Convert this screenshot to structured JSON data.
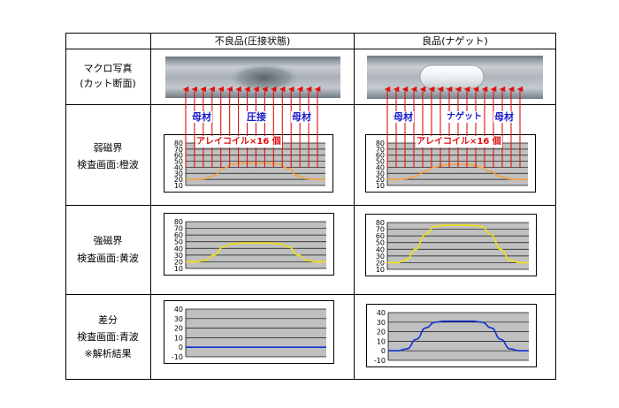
{
  "header": {
    "col_bad": "不良品(圧接状態)",
    "col_good": "良品(ナゲット)"
  },
  "rows": {
    "macro": {
      "line1": "マクロ写真",
      "line2": "(カット断面)"
    },
    "weak": {
      "line1": "弱磁界",
      "line2": "検査画面:橙波"
    },
    "strong": {
      "line1": "強磁界",
      "line2": "検査画面:黄波"
    },
    "diff": {
      "line1": "差分",
      "line2": "検査画面:青波",
      "line3": "※解析結果"
    }
  },
  "annotations": {
    "base_metal": "母材",
    "pressure_weld": "圧接",
    "nugget": "ナゲット",
    "array_coil": "アレイコイル×16 個"
  },
  "colors": {
    "orange": "#f5a040",
    "yellow": "#f0e010",
    "blue": "#1030d0",
    "arrow_red": "#e01010",
    "label_blue": "#1a1acc",
    "plot_bg": "#c0c0c0"
  },
  "chart_data": [
    {
      "id": "weak-bad",
      "type": "line",
      "color": "#f5a040",
      "y_ticks": [
        "80",
        "70",
        "60",
        "50",
        "40",
        "30",
        "20",
        "10"
      ],
      "ylim": [
        10,
        80
      ],
      "x": [
        0,
        1,
        2,
        3,
        4,
        5,
        6,
        7,
        8,
        9,
        10,
        11,
        12,
        13,
        14,
        15
      ],
      "series": [
        {
          "values": [
            20,
            20,
            21,
            26,
            38,
            45,
            47,
            47,
            47,
            47,
            45,
            38,
            26,
            21,
            20,
            20
          ]
        }
      ]
    },
    {
      "id": "weak-good",
      "type": "line",
      "color": "#f5a040",
      "y_ticks": [
        "80",
        "70",
        "60",
        "50",
        "40",
        "30",
        "20",
        "10"
      ],
      "ylim": [
        10,
        80
      ],
      "x": [
        0,
        1,
        2,
        3,
        4,
        5,
        6,
        7,
        8,
        9,
        10,
        11,
        12,
        13,
        14,
        15
      ],
      "series": [
        {
          "values": [
            20,
            20,
            21,
            25,
            33,
            40,
            44,
            45,
            45,
            44,
            40,
            33,
            25,
            21,
            20,
            20
          ]
        }
      ]
    },
    {
      "id": "strong-bad",
      "type": "line",
      "color": "#f0e010",
      "y_ticks": [
        "80",
        "70",
        "60",
        "50",
        "40",
        "30",
        "20",
        "10"
      ],
      "ylim": [
        10,
        80
      ],
      "x": [
        0,
        1,
        2,
        3,
        4,
        5,
        6,
        7,
        8,
        9,
        10,
        11,
        12,
        13,
        14,
        15
      ],
      "series": [
        {
          "values": [
            20,
            20,
            22,
            30,
            42,
            47,
            48,
            48,
            48,
            48,
            47,
            42,
            30,
            22,
            20,
            20
          ]
        }
      ]
    },
    {
      "id": "strong-good",
      "type": "line",
      "color": "#f0e010",
      "y_ticks": [
        "80",
        "70",
        "60",
        "50",
        "40",
        "30",
        "20",
        "10"
      ],
      "ylim": [
        10,
        80
      ],
      "x": [
        0,
        1,
        2,
        3,
        4,
        5,
        6,
        7,
        8,
        9,
        10,
        11,
        12,
        13,
        14,
        15
      ],
      "series": [
        {
          "values": [
            20,
            20,
            24,
            40,
            62,
            74,
            76,
            76,
            76,
            76,
            74,
            62,
            40,
            24,
            20,
            20
          ]
        }
      ]
    },
    {
      "id": "diff-bad",
      "type": "line",
      "color": "#1030d0",
      "y_ticks": [
        "40",
        "30",
        "20",
        "10",
        "0",
        "-10"
      ],
      "ylim": [
        -10,
        40
      ],
      "x": [
        0,
        1,
        2,
        3,
        4,
        5,
        6,
        7,
        8,
        9,
        10,
        11,
        12,
        13,
        14,
        15
      ],
      "series": [
        {
          "values": [
            0,
            0,
            0,
            0,
            0,
            0,
            0,
            0,
            0,
            0,
            0,
            0,
            0,
            0,
            0,
            0
          ]
        }
      ]
    },
    {
      "id": "diff-good",
      "type": "line",
      "color": "#1030d0",
      "y_ticks": [
        "40",
        "30",
        "20",
        "10",
        "0",
        "-10"
      ],
      "ylim": [
        -10,
        40
      ],
      "x": [
        0,
        1,
        2,
        3,
        4,
        5,
        6,
        7,
        8,
        9,
        10,
        11,
        12,
        13,
        14,
        15
      ],
      "series": [
        {
          "values": [
            0,
            0,
            2,
            12,
            24,
            30,
            31,
            31,
            31,
            31,
            30,
            24,
            12,
            2,
            0,
            0
          ]
        }
      ]
    }
  ]
}
